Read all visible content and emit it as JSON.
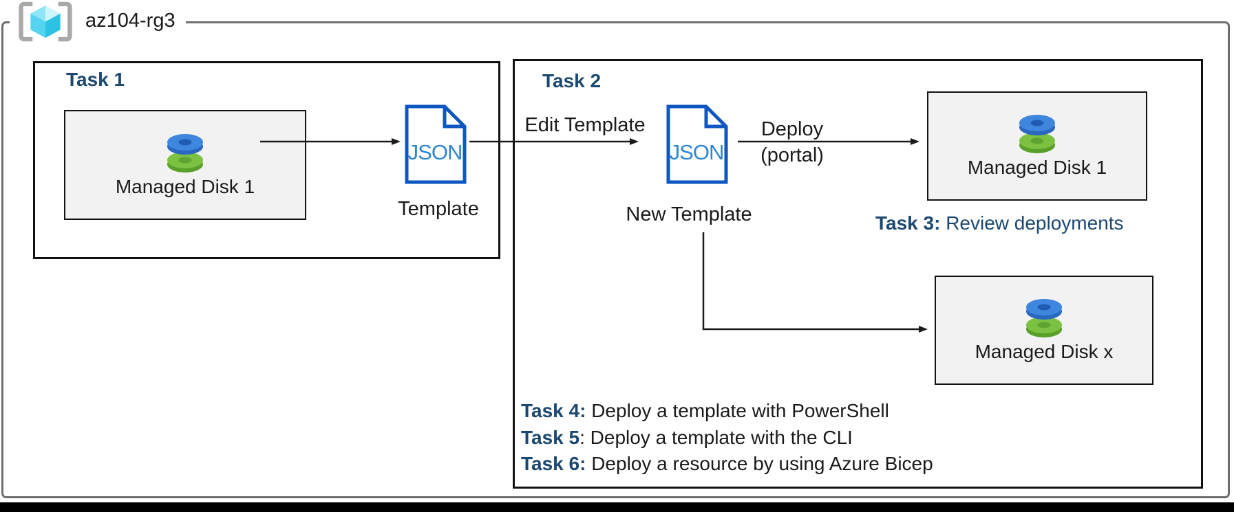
{
  "resource_group": {
    "name": "az104-rg3"
  },
  "task1": {
    "title": "Task 1",
    "managed_disk_label": "Managed Disk 1",
    "json_label": "JSON",
    "template_label": "Template"
  },
  "task2": {
    "title": "Task 2",
    "edit_template_label": "Edit Template",
    "json_label": "JSON",
    "new_template_label": "New Template",
    "deploy_label": "Deploy",
    "deploy_sublabel": "(portal)",
    "managed_disk1_label": "Managed Disk 1",
    "managed_diskx_label": "Managed Disk x"
  },
  "task3": {
    "bold": "Task 3:",
    "text": " Review deployments"
  },
  "tasks": [
    {
      "bold": "Task 4:",
      "text": " Deploy a template with PowerShell"
    },
    {
      "bold": "Task 5",
      "text": ": Deploy a template with the CLI"
    },
    {
      "bold": "Task 6:",
      "text": " Deploy a resource by using Azure Bicep"
    }
  ],
  "colors": {
    "title_blue": "#1C4870",
    "json_outline_blue": "#0E56C0",
    "json_text_blue": "#2E86D1",
    "disk_blue": "#3E86DE",
    "disk_green": "#7CC142",
    "box_fill": "#F2F2F2",
    "outer_border_gray": "#6E6E6E"
  }
}
